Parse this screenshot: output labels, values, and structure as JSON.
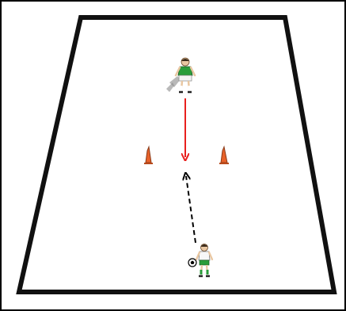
{
  "diagram": {
    "type": "soccer-drill",
    "colors": {
      "frame": "#000000",
      "pitch": "#ffffff",
      "pass_arrow": "#e8201e",
      "run_arrow": "#000000",
      "cone": "#e8622a",
      "jersey": "#2a9d3a",
      "shorts": "#ffffff",
      "skin": "#e9c7a2"
    },
    "elements": [
      {
        "kind": "player",
        "role": "server",
        "icon": "player-green-shirt-icon"
      },
      {
        "kind": "player",
        "role": "receiver",
        "icon": "player-white-shirt-icon"
      },
      {
        "kind": "cone",
        "icon": "cone-icon"
      },
      {
        "kind": "cone",
        "icon": "cone-icon"
      },
      {
        "kind": "ball",
        "icon": "soccer-ball-icon"
      },
      {
        "kind": "arrow",
        "style": "solid",
        "meaning": "pass"
      },
      {
        "kind": "arrow",
        "style": "dashed",
        "meaning": "player-run"
      }
    ]
  }
}
